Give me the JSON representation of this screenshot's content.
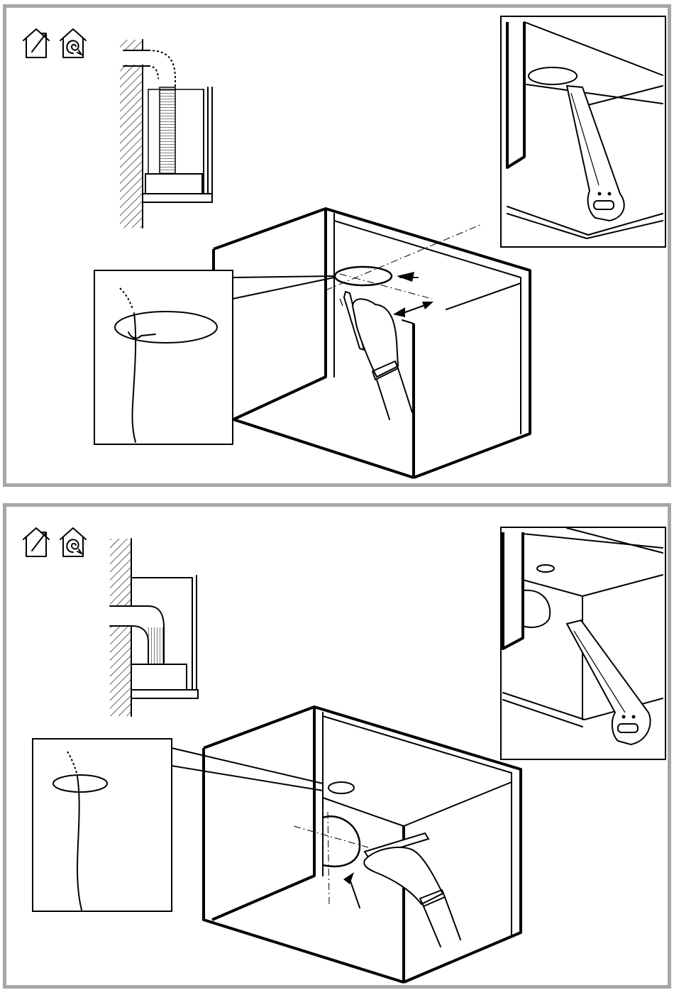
{
  "panels": [
    {
      "id": "top",
      "mode_icons": [
        "exhaust-mode-icon",
        "recirculation-mode-icon"
      ],
      "steps": [
        "mark-hole-in-cabinet-bottom",
        "cut-hole-with-saw"
      ]
    },
    {
      "id": "bottom",
      "mode_icons": [
        "exhaust-mode-icon",
        "recirculation-mode-icon"
      ],
      "steps": [
        "mark-hole-in-cabinet-back",
        "cut-hole-with-saw"
      ]
    }
  ],
  "colors": {
    "frame": "#a6a6a6",
    "line": "#000000",
    "background": "#ffffff"
  }
}
